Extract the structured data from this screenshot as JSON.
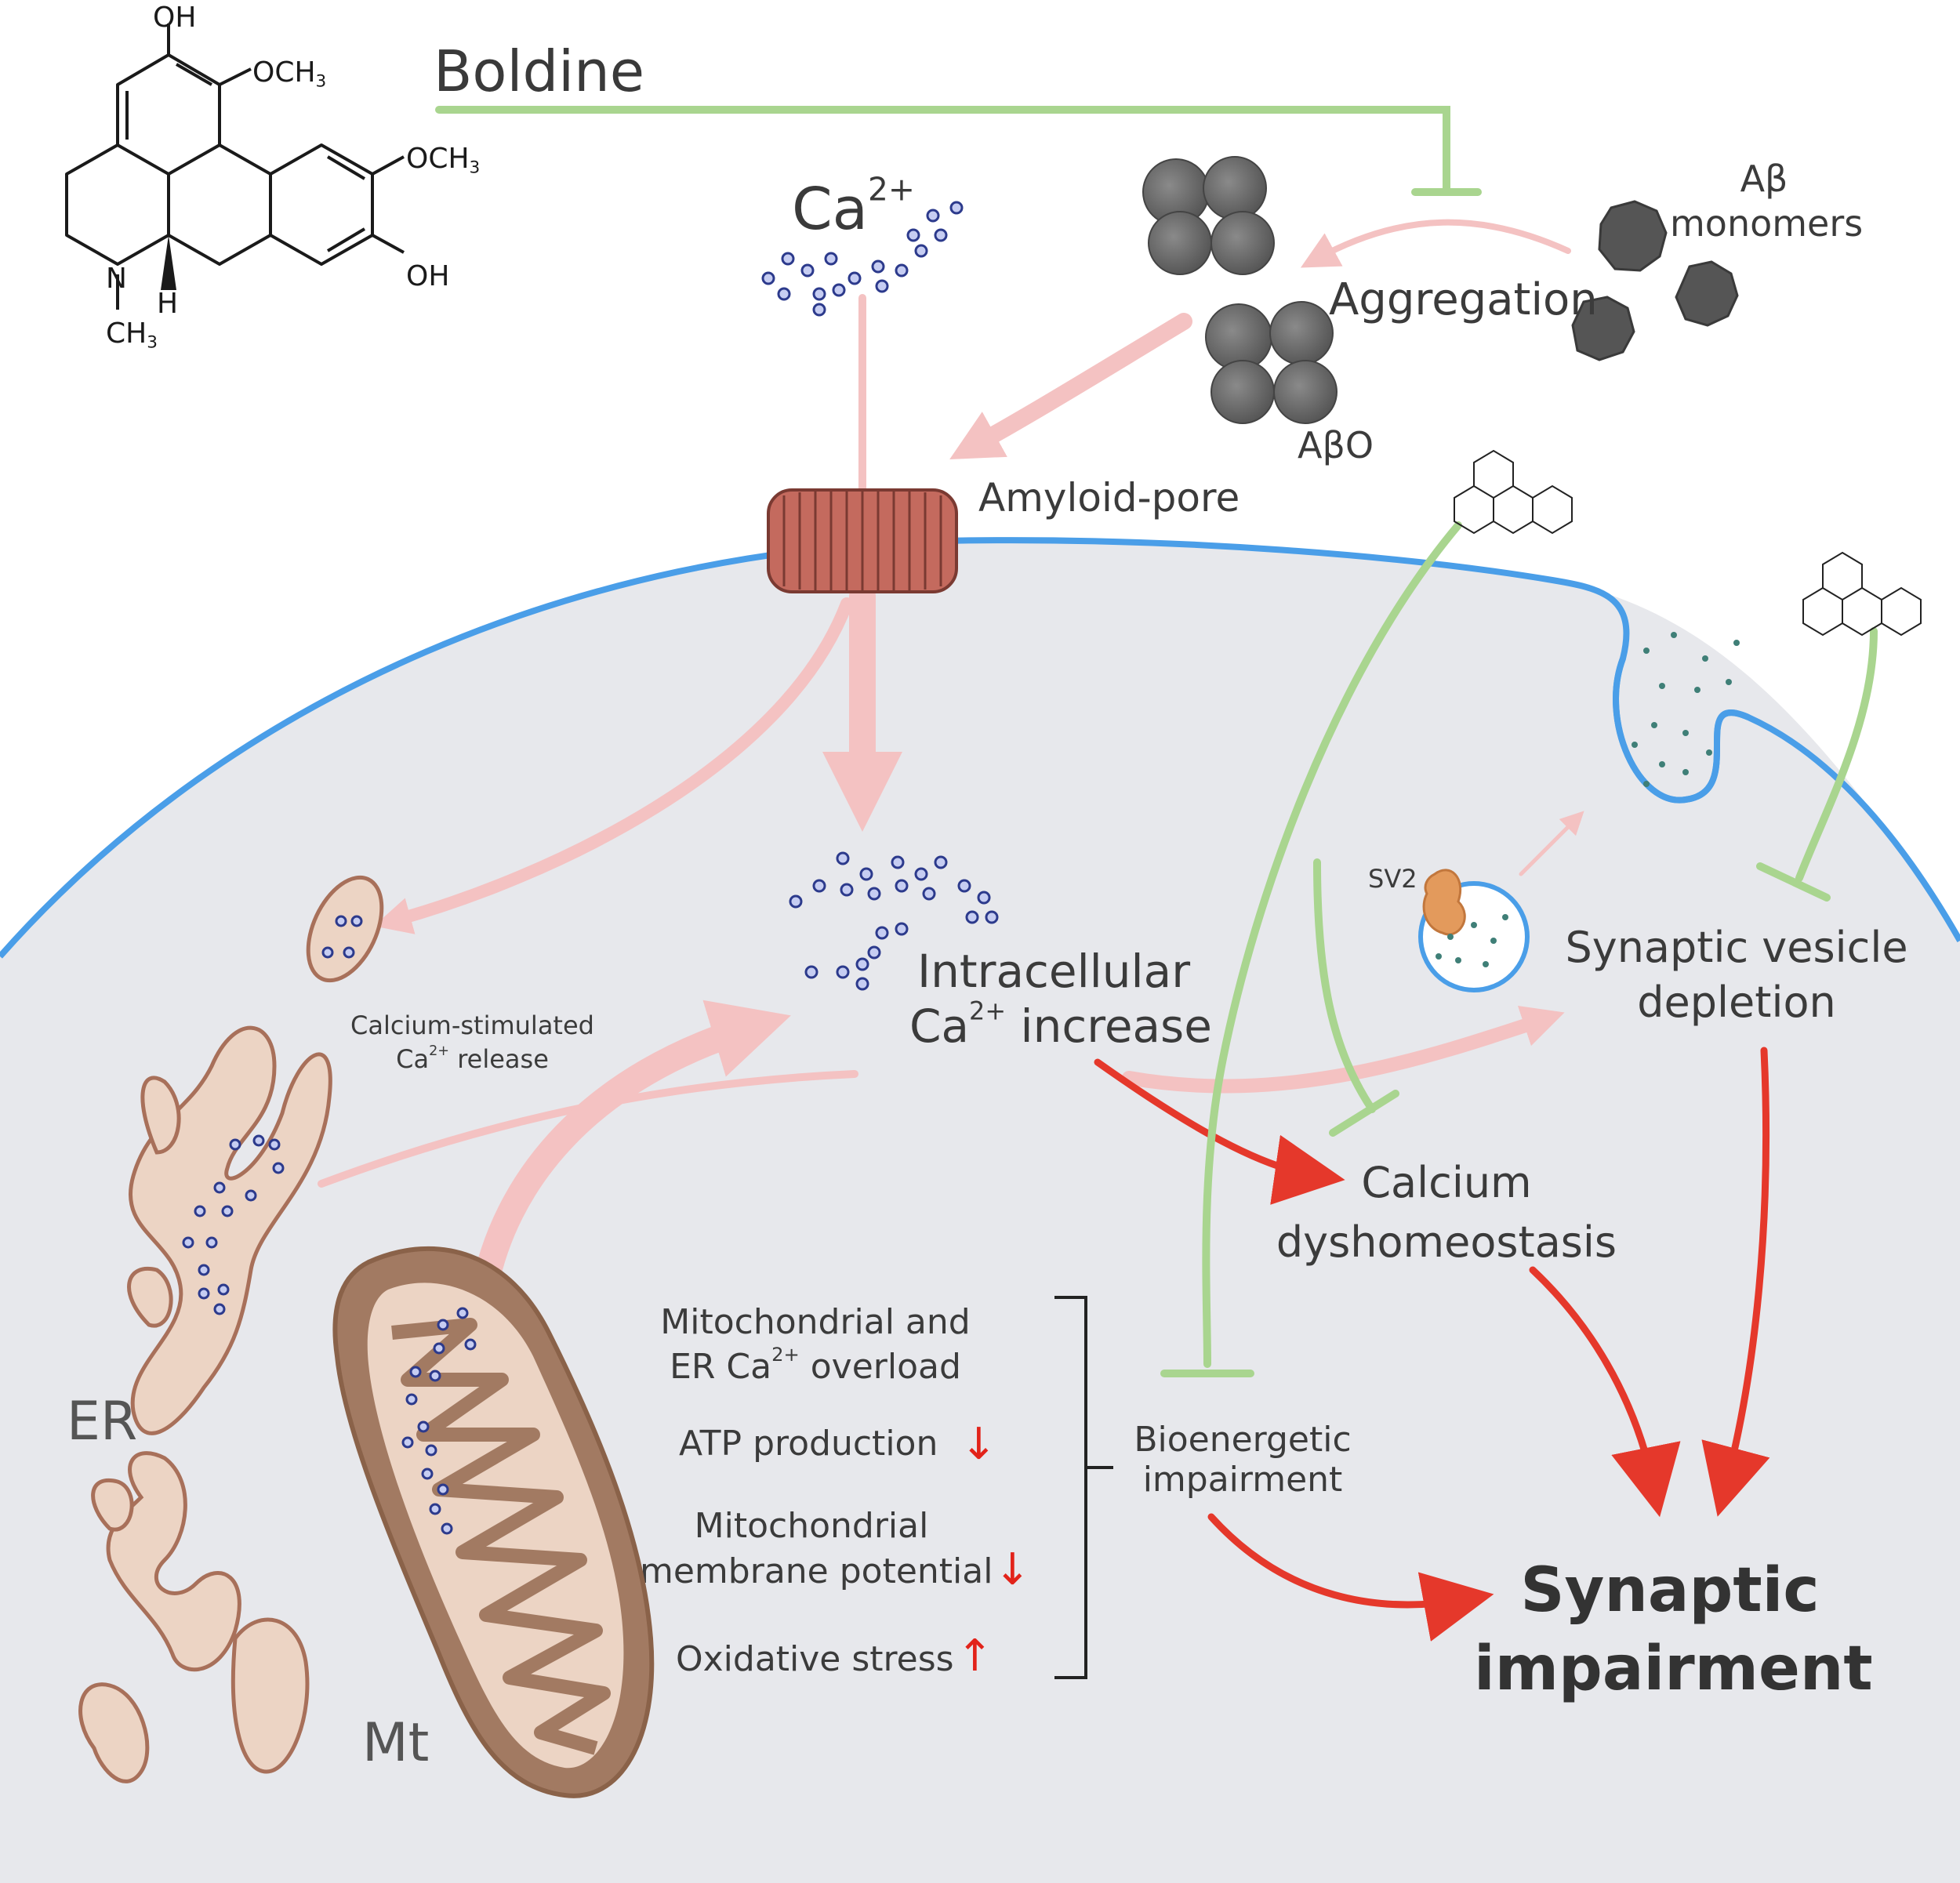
{
  "colors": {
    "membrane": "#4a9ee8",
    "cytoplasm": "#e7e8ec",
    "inhibition": "#a9d58f",
    "pathway_light": "#f4c2c2",
    "pathway_strong": "#e5382b",
    "er_fill": "#ecd4c4",
    "er_stroke": "#a8705a",
    "mt_fill": "#a27a62",
    "ca_dot": "#2c3a8c",
    "sv2": "#e39a5c",
    "neurotransmitter": "#3f7f77"
  },
  "molecule": {
    "oh_top": "OH",
    "och3_top": "OCH",
    "och3_right": "OCH",
    "sub3": "3",
    "oh_right": "OH",
    "n": "N",
    "h": "H",
    "ch3": "CH"
  },
  "labels": {
    "boldine": "Boldine",
    "ca_out_base": "Ca",
    "ca_out_sup": "2+",
    "abeta_monomers_1": "Aβ",
    "abeta_monomers_2": "monomers",
    "aggregation": "Aggregation",
    "abo": "AβO",
    "amyloid_pore": "Amyloid-pore",
    "intracellular_1": "Intracellular",
    "intracellular_2_base": "Ca",
    "intracellular_2_sup": "2+",
    "intracellular_2_rest": " increase",
    "calcium_stim_1": "Calcium-stimulated",
    "calcium_stim_2_base": "Ca",
    "calcium_stim_2_sup": "2+",
    "calcium_stim_2_rest": " release",
    "sv2": "SV2",
    "synaptic_vesicle_1": "Synaptic vesicle",
    "synaptic_vesicle_2": "depletion",
    "calcium_dys_1": "Calcium",
    "calcium_dys_2": "dyshomeostasis",
    "mito_overload_1": "Mitochondrial and",
    "mito_overload_2_base": "ER Ca",
    "mito_overload_2_sup": "2+",
    "mito_overload_2_rest": " overload",
    "atp": "ATP production",
    "mmp_1": "Mitochondrial",
    "mmp_2": "membrane potential",
    "oxidative": "Oxidative stress",
    "arrow_down": "↓",
    "arrow_up": "↑",
    "bioenergetic_1": "Bioenergetic",
    "bioenergetic_2": "impairment",
    "synaptic_impairment_1": "Synaptic",
    "synaptic_impairment_2": "impairment",
    "er": "ER",
    "mt": "Mt"
  }
}
